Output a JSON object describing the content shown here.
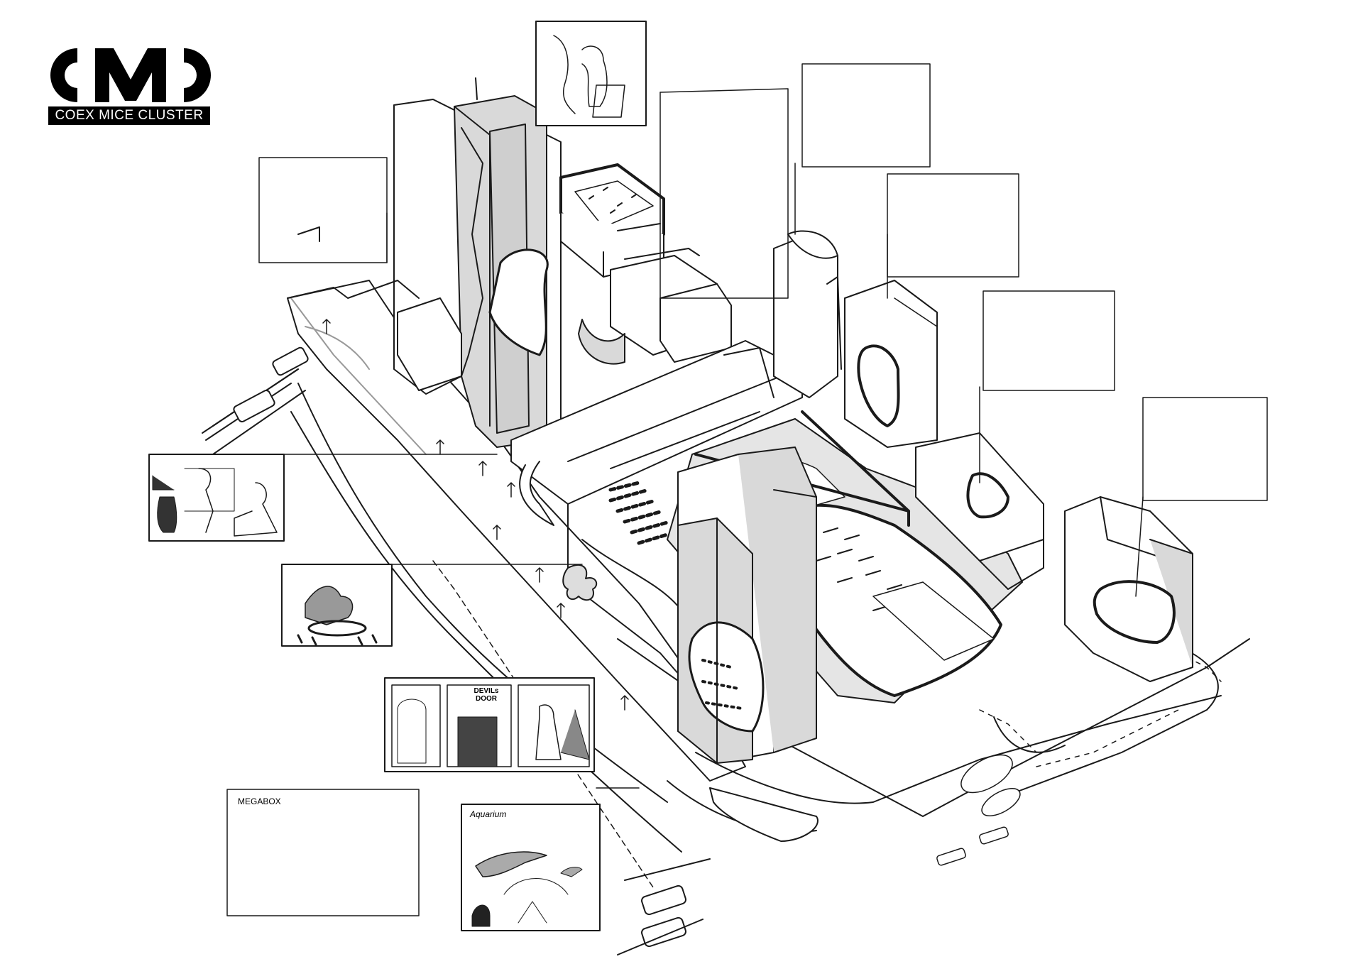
{
  "logo": {
    "letters": "CMC",
    "subtitle": "COEX MICE CLUSTER"
  },
  "poster_sign": "DEVILs DOOR",
  "megabox_label": "MEGABOX",
  "aquarium_label": "Aquarium",
  "colors": {
    "line": "#1a1a1a",
    "shade": "#d9d9d9",
    "dark_fill": "#000000",
    "background": "#ffffff"
  }
}
